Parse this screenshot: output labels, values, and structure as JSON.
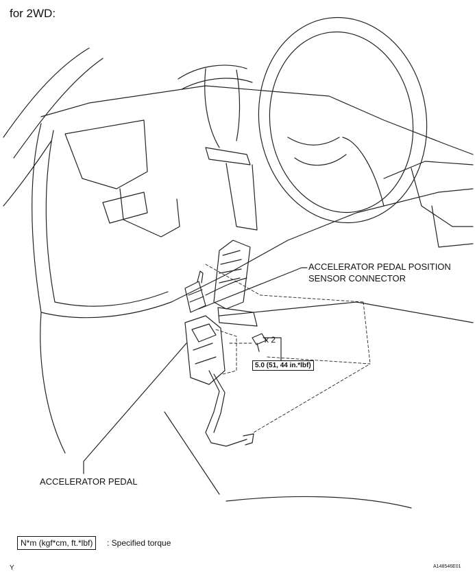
{
  "heading": "for 2WD:",
  "callouts": {
    "sensor_connector_line1": "ACCELERATOR PEDAL POSITION",
    "sensor_connector_line2": "SENSOR CONNECTOR",
    "pedal": "ACCELERATOR PEDAL",
    "bolt_quantity": "x 2",
    "torque_value": "5.0 (51, 44 in.*lbf)"
  },
  "legend": {
    "unit_box": "N*m (kgf*cm, ft.*lbf)",
    "description": ": Specified torque"
  },
  "corner": {
    "left": "Y",
    "right": "A148546E01"
  }
}
